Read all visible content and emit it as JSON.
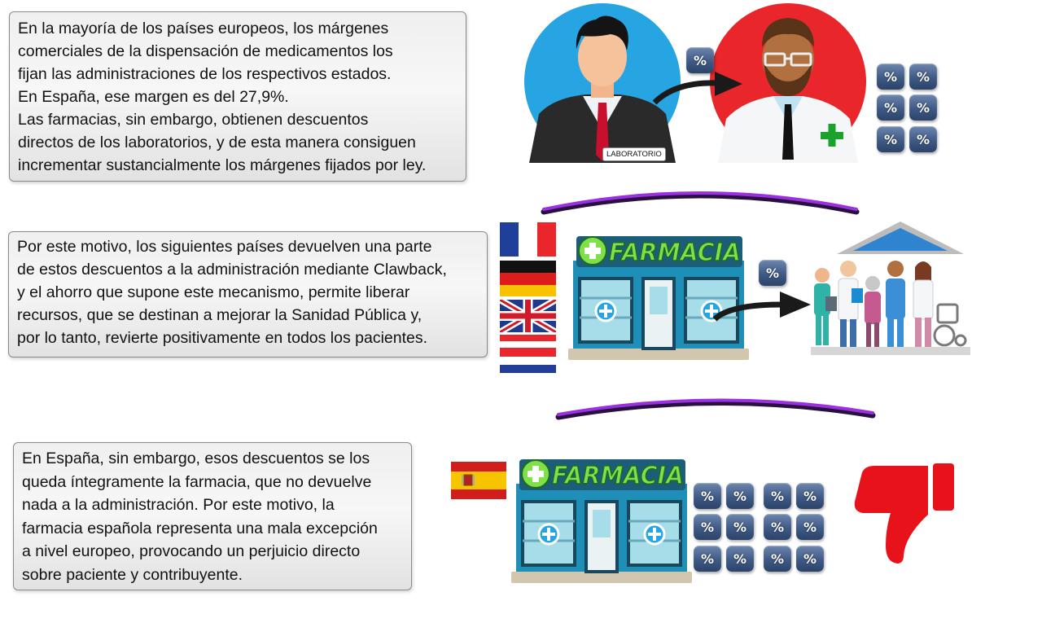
{
  "section1": {
    "text_lines": [
      "En la mayoría de los países europeos, los márgenes",
      "comerciales de la dispensación de medicamentos los",
      "fijan las administraciones de los respectivos estados.",
      "En España, ese margen es del 27,9%.",
      "Las farmacias, sin embargo, obtienen descuentos",
      "directos de los laboratorios, y de esta manera consiguen",
      "incrementar sustancialmente los márgenes fijados por ley."
    ],
    "lab_label": "LABORATORIO",
    "percent_symbol": "%"
  },
  "section2": {
    "text_lines": [
      "Por este motivo, los siguientes países devuelven una parte",
      "de estos descuentos a la administración mediante Clawback,",
      "y el ahorro que supone este mecanismo, permite liberar",
      "recursos, que se destinan a mejorar la Sanidad Pública y,",
      "por lo tanto, revierte positivamente en todos los pacientes."
    ],
    "sign": "FARMACIA",
    "percent_symbol": "%",
    "flags": [
      "france",
      "germany",
      "united-kingdom",
      "austria",
      "netherlands"
    ]
  },
  "section3": {
    "text_lines": [
      "En España, sin embargo, esos descuentos se los",
      "queda íntegramente la farmacia, que no devuelve",
      "nada a la administración. Por este motivo, la",
      "farmacia española representa una mala excepción",
      "a nivel europeo, provocando un perjuicio directo",
      "sobre paciente y contribuyente."
    ],
    "sign": "FARMACIA",
    "percent_symbol": "%",
    "flags": [
      "spain"
    ]
  },
  "colors": {
    "pharmacy_green": "#7fe04a",
    "thumb_red": "#e8131a",
    "percent_blue": "#3f5a86",
    "divider_purple": "#8a2be2"
  },
  "icons": [
    "businessman-icon",
    "pharmacist-icon",
    "arrow-icon",
    "pharmacy-icon",
    "hospital-staff-icon",
    "thumbs-down-icon"
  ]
}
